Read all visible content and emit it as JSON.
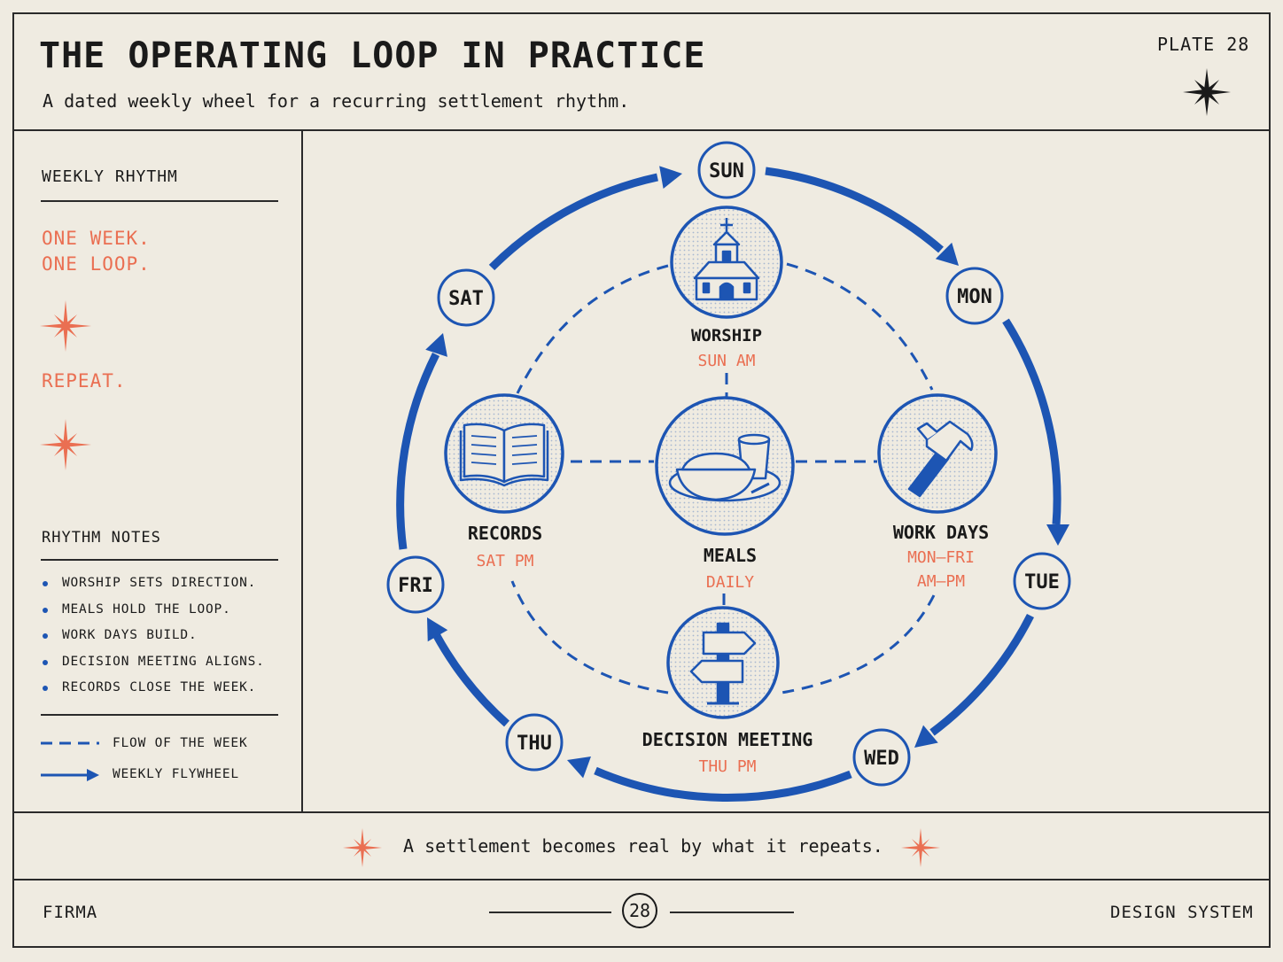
{
  "header": {
    "title": "THE OPERATING LOOP IN PRACTICE",
    "subtitle": "A dated weekly wheel for a recurring settlement rhythm.",
    "plate": "PLATE 28"
  },
  "sidebar": {
    "section_title": "WEEKLY RHYTHM",
    "tagline_1": "ONE WEEK.",
    "tagline_2": "ONE LOOP.",
    "repeat": "REPEAT.",
    "notes_title": "RHYTHM NOTES",
    "notes": [
      "WORSHIP SETS DIRECTION.",
      "MEALS HOLD THE LOOP.",
      "WORK DAYS BUILD.",
      "DECISION MEETING ALIGNS.",
      "RECORDS CLOSE THE WEEK."
    ],
    "legend": {
      "dashed": "FLOW OF THE WEEK",
      "arrow": "WEEKLY FLYWHEEL"
    }
  },
  "wheel": {
    "days": [
      "SUN",
      "MON",
      "TUE",
      "WED",
      "THU",
      "FRI",
      "SAT"
    ],
    "nodes": {
      "worship": {
        "label": "WORSHIP",
        "time": "SUN AM",
        "icon": "church-icon"
      },
      "work": {
        "label": "WORK DAYS",
        "time_1": "MON–FRI",
        "time_2": "AM–PM",
        "icon": "hammer-icon"
      },
      "meals": {
        "label": "MEALS",
        "time": "DAILY",
        "icon": "meal-bowl-icon"
      },
      "decision": {
        "label": "DECISION MEETING",
        "time": "THU PM",
        "icon": "signpost-icon"
      },
      "records": {
        "label": "RECORDS",
        "time": "SAT PM",
        "icon": "open-book-icon"
      }
    }
  },
  "quote": "A settlement becomes real by what it repeats.",
  "footer": {
    "left": "FIRMA",
    "page": "28",
    "right": "DESIGN SYSTEM"
  },
  "colors": {
    "background": "#efebe1",
    "ink": "#1a1a1a",
    "blue": "#1d55b3",
    "accent": "#ea6f52"
  }
}
